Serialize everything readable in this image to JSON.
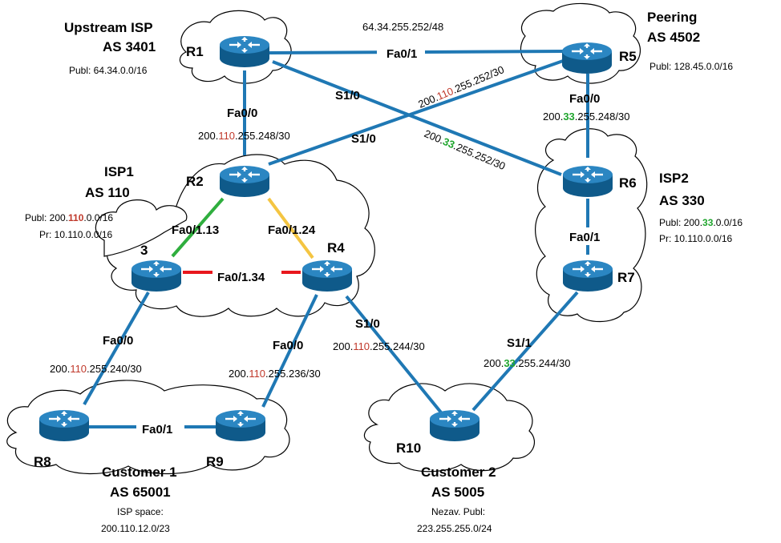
{
  "colors": {
    "link": "#1f78b4",
    "link_green": "#2fae3e",
    "link_yellow": "#f4c542",
    "link_red": "#e8171d",
    "router_body": "#1d6fa5",
    "cloud_stroke": "#000000",
    "accent_red": "#c0392b",
    "accent_green": "#20a52e"
  },
  "routers": [
    {
      "id": "R1",
      "label": "R1"
    },
    {
      "id": "R2",
      "label": "R2"
    },
    {
      "id": "R3",
      "label": "3"
    },
    {
      "id": "R4",
      "label": "R4"
    },
    {
      "id": "R5",
      "label": "R5"
    },
    {
      "id": "R6",
      "label": "R6"
    },
    {
      "id": "R7",
      "label": "R7"
    },
    {
      "id": "R8",
      "label": "R8"
    },
    {
      "id": "R9",
      "label": "R9"
    },
    {
      "id": "R10",
      "label": "R10"
    }
  ],
  "areas": {
    "upstream": {
      "title1": "Upstream ISP",
      "title2": "AS 3401",
      "publ": "Publ: 64.34.0.0/16"
    },
    "peering": {
      "title1": "Peering",
      "title2": "AS 4502",
      "publ": "Publ: 128.45.0.0/16"
    },
    "isp1": {
      "title1": "ISP1",
      "title2": "AS 110",
      "publ_pre": "Publ: 200.",
      "publ_hi": "110",
      "publ_post": ".0.0/16",
      "pr": "Pr:  10.110.0.0/16"
    },
    "isp2": {
      "title1": "ISP2",
      "title2": "AS 330",
      "publ_pre": "Publ: 200.",
      "publ_hi": "33",
      "publ_post": ".0.0/16",
      "pr": "Pr:  10.110.0.0/16"
    },
    "customer1": {
      "title1": "Customer 1",
      "title2": "AS 65001",
      "line1": "ISP space:",
      "line2": "200.110.12.0/23"
    },
    "customer2": {
      "title1": "Customer 2",
      "title2": "AS 5005",
      "line1": "Nezav. Publ:",
      "line2": "223.255.255.0/24"
    }
  },
  "interfaces": {
    "r1_r5": "Fa0/1",
    "r1_fa00": "Fa0/0",
    "r1_s10": "S1/0",
    "r2_s10": "S1/0",
    "r2_r3": "Fa0/1.13",
    "r2_r4": "Fa0/1.24",
    "r3_r4": "Fa0/1.34",
    "r5_fa00": "Fa0/0",
    "r6_r7": "Fa0/1",
    "r3_fa00": "Fa0/0",
    "r4_fa00": "Fa0/0",
    "r4_s10": "S1/0",
    "r7_s11": "S1/1",
    "r8_r9": "Fa0/1"
  },
  "networks": {
    "r1_r5": "64.34.255.252/48",
    "r1_r2": {
      "pre": "200.",
      "hi": "110",
      "post": ".255.248/30"
    },
    "r2_r5": {
      "pre": "200.",
      "hi": "110",
      "post": ".255.252/30"
    },
    "r1_r6": {
      "pre": "200.",
      "hi": "33",
      "post": ".255.252/30"
    },
    "r5_r6": {
      "pre": "200.",
      "hi": "33",
      "post": ".255.248/30"
    },
    "r3_r8": {
      "pre": "200.",
      "hi": "110",
      "post": ".255.240/30"
    },
    "r4_r9": {
      "pre": "200.",
      "hi": "110",
      "post": ".255.236/30"
    },
    "r4_r10": {
      "pre": "200.",
      "hi": "110",
      "post": ".255.244/30"
    },
    "r7_r10": {
      "pre": "200.",
      "hi": "33",
      "post": ".255.244/30"
    }
  }
}
